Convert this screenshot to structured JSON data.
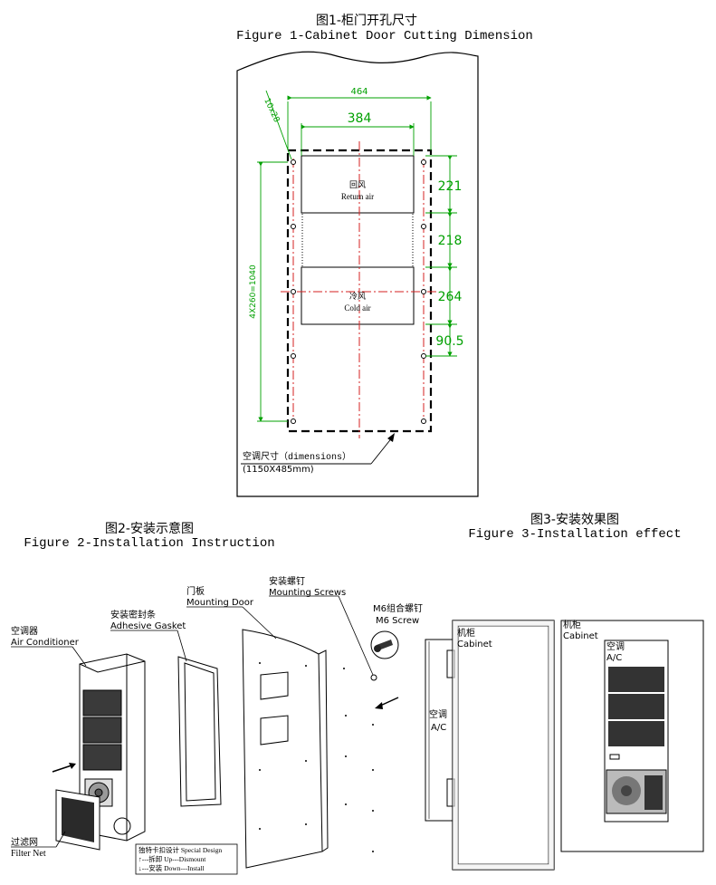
{
  "figure1": {
    "title_cn": "图1-柜门开孔尺寸",
    "title_en": "Figure 1-Cabinet Door Cutting Dimension",
    "dim_464": "464",
    "dim_384": "384",
    "dim_10x28": "10x28",
    "dim_vertical": "4X260=1040",
    "dims_right": [
      "221",
      "218",
      "264",
      "90.5"
    ],
    "return_air_cn": "回风",
    "return_air_en": "Return air",
    "cold_air_cn": "冷风",
    "cold_air_en": "Cold air",
    "dimensions_label": "空调尺寸（dimensions）",
    "dimensions_value": "(1150X485mm)"
  },
  "figure2": {
    "title_cn": "图2-安装示意图",
    "title_en": "Figure 2-Installation Instruction",
    "air_conditioner_cn": "空调器",
    "air_conditioner_en": "Air Conditioner",
    "gasket_cn": "安装密封条",
    "gasket_en": "Adhesive Gasket",
    "door_cn": "门板",
    "door_en": "Mounting Door",
    "screws_cn": "安装螺钉",
    "screws_en": "Mounting Screws",
    "m6_cn": "M6组合螺钉",
    "m6_en": "M6 Screw",
    "filter_cn": "过滤网",
    "filter_en": "Filter Net",
    "special_design": [
      "独特卡扣设计 Special Design",
      "↑---拆卸   Up---Dismount",
      "↓---安装   Down---Install"
    ]
  },
  "figure3": {
    "title_cn": "图3-安装效果图",
    "title_en": "Figure 3-Installation effect",
    "cabinet_cn": "机柜",
    "cabinet_en": "Cabinet",
    "ac_cn": "空调",
    "ac_en": "A/C"
  },
  "colors": {
    "dimension_green": "#00a000",
    "centerline_red": "#d42020"
  }
}
